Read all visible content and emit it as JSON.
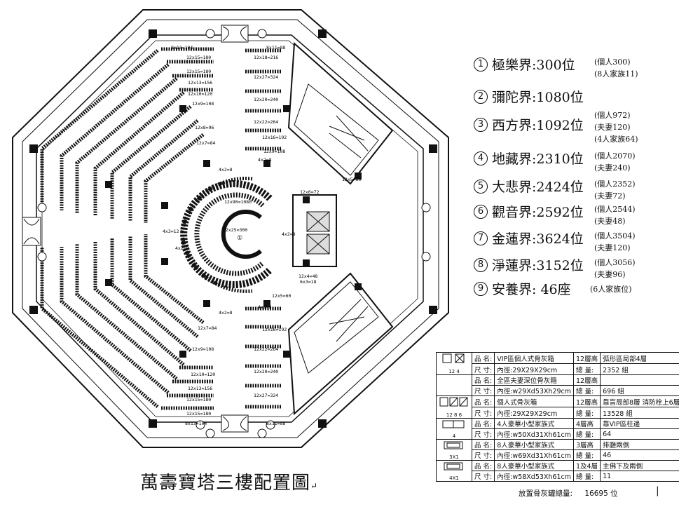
{
  "title": "萬壽寶塔三樓配置圖",
  "title_mark": "↵",
  "center_mark": "①",
  "legend": [
    {
      "num": "1",
      "text": "極樂界:300位",
      "notes": [
        "(個人300)",
        "(8人家族11)"
      ]
    },
    {
      "num": "2",
      "text": "彌陀界:1080位",
      "notes": []
    },
    {
      "num": "3",
      "text": "西方界:1092位",
      "notes": [
        "(個人972)",
        "(夫妻120)",
        "(4人家族64)"
      ]
    },
    {
      "num": "4",
      "text": "地藏界:2310位",
      "notes": [
        "(個人2070)",
        "(夫妻240)"
      ]
    },
    {
      "num": "5",
      "text": "大悲界:2424位",
      "notes": [
        "(個人2352)",
        "(夫妻72)"
      ]
    },
    {
      "num": "6",
      "text": "觀音界:2592位",
      "notes": [
        "(個人2544)",
        "(夫妻48)"
      ]
    },
    {
      "num": "7",
      "text": "金蓮界:3624位",
      "notes": [
        "(個人3504)",
        "(夫妻120)"
      ]
    },
    {
      "num": "8",
      "text": "淨蓮界:3152位",
      "notes": [
        "(個人3056)",
        "(夫妻96)"
      ]
    },
    {
      "num": "9",
      "text": "安養界: 46座",
      "notes": [
        "(6人家族位)"
      ]
    }
  ],
  "spec_table": [
    {
      "icon": "vip",
      "icon_label": "12  4",
      "r1": [
        "品 名:",
        "VIP區個人式骨灰箱",
        "12層高",
        "弧形區局部4層"
      ],
      "r2": [
        "尺 寸:",
        "內徑:29X29X29cm",
        "總 量:",
        "2352 組"
      ]
    },
    {
      "icon": "none",
      "icon_label": "",
      "r1": [
        "品 名:",
        "全區夫妻深位骨灰箱",
        "12層高",
        ""
      ],
      "r2": [
        "尺 寸:",
        "內徑:w29Xd53Xh29cm",
        "總 量:",
        "696 組"
      ]
    },
    {
      "icon": "indiv",
      "icon_label": "12  8  6",
      "r1": [
        "品 名:",
        "個人式骨灰箱",
        "12層高",
        "靠盲局部8層 消防栓上6層"
      ],
      "r2": [
        "尺 寸:",
        "內徑:29X29X29cm",
        "總 量:",
        "13528 組"
      ]
    },
    {
      "icon": "fam4",
      "icon_label": "4",
      "r1": [
        "品 名:",
        "4人豪華小型家族式",
        "4層高",
        "靠VIP區柱邊"
      ],
      "r2": [
        "尺 寸:",
        "內徑:w50Xd31Xh61cm",
        "總 量:",
        "64"
      ]
    },
    {
      "icon": "fam8a",
      "icon_label": "3X1",
      "r1": [
        "品 名:",
        "8人豪華小型家族式",
        "3層高",
        "排廳兩側"
      ],
      "r2": [
        "尺 寸:",
        "內徑:w69Xd31Xh61cm",
        "總 量:",
        "46"
      ]
    },
    {
      "icon": "fam8b",
      "icon_label": "4X1",
      "r1": [
        "品 名:",
        "8人豪華小型家族式",
        "1及4層",
        "主佛下及兩側"
      ],
      "r2": [
        "尺 寸:",
        "內徑:w58Xd53Xh61cm",
        "總 量:",
        "11"
      ]
    }
  ],
  "total_label": "放置骨灰罐總量:",
  "total_value": "16695 位",
  "plan_labels": {
    "center_inner": "12x25=300",
    "center_outer": "12x90=1080",
    "top_left": [
      "8x13=104",
      "12x15=180",
      "12x15=180",
      "12x13=156",
      "12x10=120",
      "12x9=108",
      "12x8=96",
      "12x7=84"
    ],
    "top_right": [
      "8x11=88",
      "12x18=216",
      "12x27=324",
      "12x20=240",
      "12x22=264",
      "12x16=192",
      "12x9=108"
    ],
    "bottom_left": [
      "12x7=84",
      "12x9=108",
      "12x10=120",
      "12x13=156",
      "12x15=180",
      "12x15=180",
      "8x13=104"
    ],
    "bottom_right": [
      "12x5=60",
      "12x16=192",
      "12x22=264",
      "12x20=240",
      "12x27=324",
      "8x11=88"
    ],
    "misc": [
      "4x2=8",
      "4x2=8",
      "4x2=8",
      "4x2=8",
      "12x6=72",
      "4x3=12",
      "12x4=48",
      "6x3=18",
      "12x5=60",
      "4x2=8",
      "4x2=8"
    ]
  }
}
